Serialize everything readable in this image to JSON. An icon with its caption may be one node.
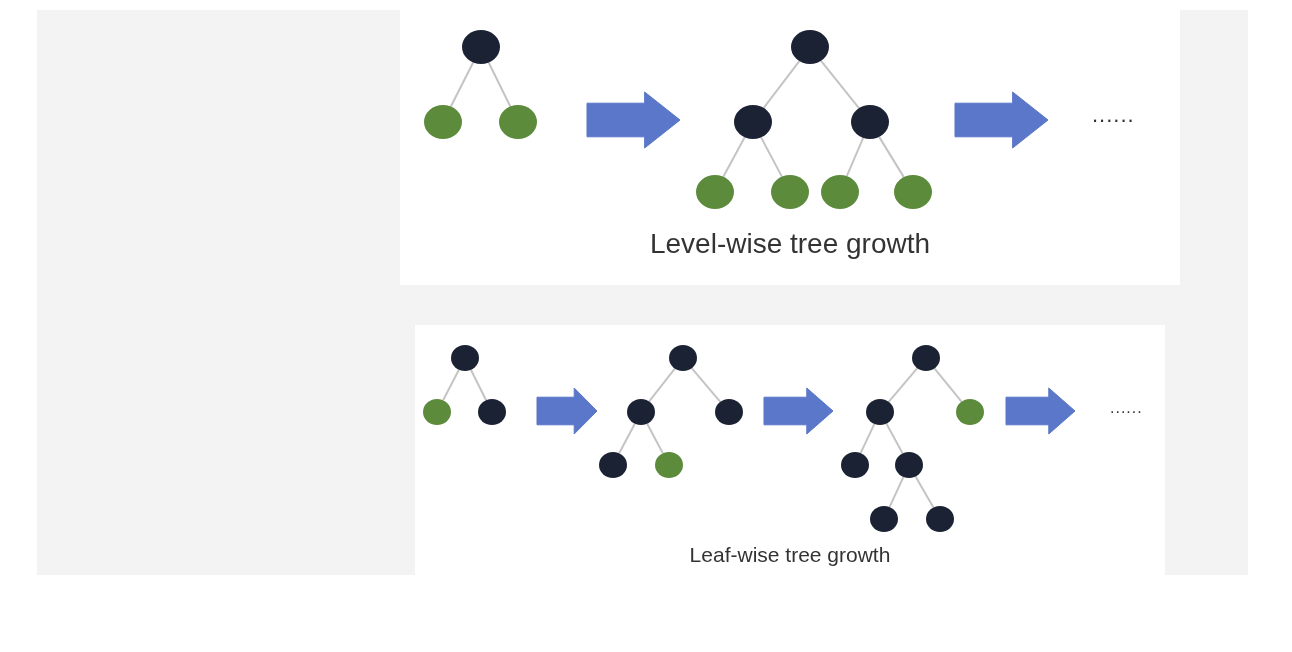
{
  "diagram": {
    "nodes": [
      {
        "text": [
          "Level-wise tree growth"
        ]
      },
      {
        "text": [],
        "shape": "picture",
        "in": 0
      },
      {
        "text": [],
        "shape": "circle",
        "in": 1
      },
      {
        "text": [],
        "shape": "circle",
        "in": 1
      },
      {
        "text": [],
        "shape": "circle",
        "in": 1
      },
      {
        "text": [],
        "shape": "picture",
        "in": 0
      },
      {
        "text": [],
        "shape": "circle",
        "in": 5
      },
      {
        "text": [],
        "shape": "circle",
        "in": 5
      },
      {
        "text": [],
        "shape": "circle",
        "in": 5
      },
      {
        "text": [],
        "shape": "circle",
        "in": 5
      },
      {
        "text": [],
        "shape": "circle",
        "in": 5
      },
      {
        "text": [],
        "shape": "circle",
        "in": 5
      },
      {
        "text": [],
        "shape": "circle",
        "in": 5
      },
      {
        "text": [
          "......"
        ],
        "in": 0
      },
      {
        "text": [
          "Leaf-wise tree growth"
        ]
      },
      {
        "text": [],
        "shape": "picture",
        "in": 14
      },
      {
        "text": [],
        "shape": "circle",
        "in": 15
      },
      {
        "text": [],
        "shape": "circle",
        "in": 15
      },
      {
        "text": [],
        "shape": "circle",
        "in": 15
      },
      {
        "text": [],
        "shape": "picture",
        "in": 14
      },
      {
        "text": [],
        "shape": "circle",
        "in": 19
      },
      {
        "text": [],
        "shape": "circle",
        "in": 19
      },
      {
        "text": [],
        "shape": "circle",
        "in": 19
      },
      {
        "text": [],
        "shape": "circle",
        "in": 19
      },
      {
        "text": [],
        "shape": "circle",
        "in": 19
      },
      {
        "text": [],
        "shape": "picture",
        "in": 14
      },
      {
        "text": [],
        "shape": "circle",
        "in": 25
      },
      {
        "text": [],
        "shape": "circle",
        "in": 25
      },
      {
        "text": [],
        "shape": "circle",
        "in": 25
      },
      {
        "text": [],
        "shape": "circle",
        "in": 25
      },
      {
        "text": [],
        "shape": "circle",
        "in": 25
      },
      {
        "text": [],
        "shape": "circle",
        "in": 25
      },
      {
        "text": [],
        "shape": "circle",
        "in": 25
      },
      {
        "text": [
          "......"
        ],
        "in": 14
      }
    ],
    "edges": [
      {
        "from": 2,
        "to": 3,
        "arrow": "none"
      },
      {
        "from": 2,
        "to": 4,
        "arrow": "none"
      },
      {
        "from": 6,
        "to": 7,
        "arrow": "none"
      },
      {
        "from": 6,
        "to": 8,
        "arrow": "none"
      },
      {
        "from": 7,
        "to": 9,
        "arrow": "none"
      },
      {
        "from": 7,
        "to": 10,
        "arrow": "none"
      },
      {
        "from": 8,
        "to": 11,
        "arrow": "none"
      },
      {
        "from": 8,
        "to": 12,
        "arrow": "none"
      },
      {
        "from": 16,
        "to": 17,
        "arrow": "none"
      },
      {
        "from": 16,
        "to": 18,
        "arrow": "none"
      },
      {
        "from": 20,
        "to": 21,
        "arrow": "none"
      },
      {
        "from": 20,
        "to": 22,
        "arrow": "none"
      },
      {
        "from": 21,
        "to": 23,
        "arrow": "none"
      },
      {
        "from": 21,
        "to": 24,
        "arrow": "none"
      },
      {
        "from": 26,
        "to": 27,
        "arrow": "none"
      },
      {
        "from": 26,
        "to": 28,
        "arrow": "none"
      },
      {
        "from": 27,
        "to": 29,
        "arrow": "none"
      },
      {
        "from": 27,
        "to": 30,
        "arrow": "none"
      },
      {
        "from": 30,
        "to": 31,
        "arrow": "none"
      },
      {
        "from": 30,
        "to": 32,
        "arrow": "none"
      },
      {
        "from": 1,
        "to": 5,
        "arrow": "to",
        "style": "thick",
        "color": "#5a77c9"
      },
      {
        "from": 5,
        "to": 13,
        "arrow": "to",
        "style": "thick",
        "color": "#5a77c9"
      },
      {
        "from": 15,
        "to": 19,
        "arrow": "to",
        "style": "thick",
        "color": "#5a77c9"
      },
      {
        "from": 19,
        "to": 25,
        "arrow": "to",
        "style": "thick",
        "color": "#5a77c9"
      },
      {
        "from": 25,
        "to": 33,
        "arrow": "to",
        "style": "thick",
        "color": "#5a77c9"
      }
    ]
  }
}
